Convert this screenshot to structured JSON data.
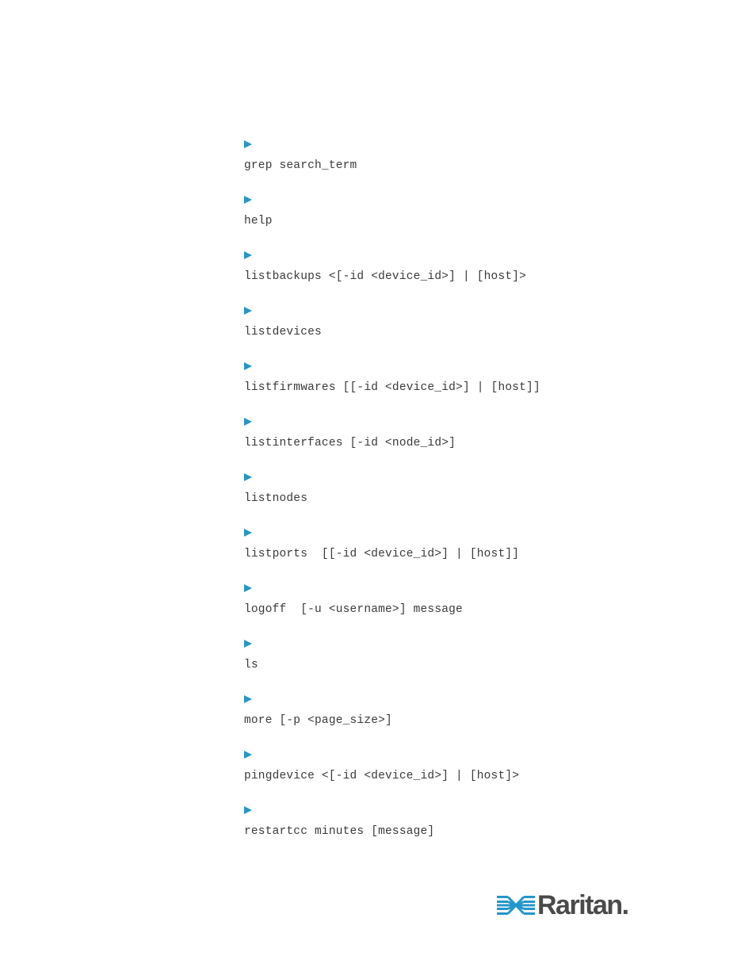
{
  "commands": [
    "grep search_term",
    "help",
    "listbackups <[-id <device_id>] | [host]>",
    "listdevices",
    "listfirmwares [[-id <device_id>] | [host]]",
    "listinterfaces [-id <node_id>]",
    "listnodes",
    "listports  [[-id <device_id>] | [host]]",
    "logoff  [-u <username>] message",
    "ls",
    "more [-p <page_size>]",
    "pingdevice <[-id <device_id>] | [host]>",
    "restartcc minutes [message]"
  ],
  "marker_icon": "triangle-right-icon",
  "colors": {
    "marker": "#2596c9",
    "text": "#3a3a3a",
    "logo_text": "#4a4a4a",
    "logo_mark": "#2596c9"
  },
  "footer": {
    "logo_text": "Raritan."
  }
}
